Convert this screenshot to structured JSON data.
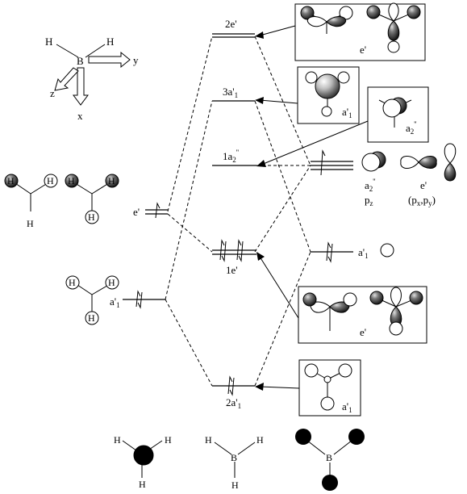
{
  "axes": {
    "x": "x",
    "y": "y",
    "z": "z"
  },
  "atoms": {
    "B": "B",
    "H": "H"
  },
  "h3_ligand_labels": {
    "e_prime": "e'",
    "a1_prime_main": "a'",
    "a1_prime_sub": "1"
  },
  "mo_labels": {
    "two_e_prime": "2e'",
    "three_a1_main": "3a'",
    "three_a1_sub": "1",
    "one_a2_main": "1a",
    "one_a2_sub": "2",
    "one_a2_sup": "''",
    "one_e_prime": "1e'",
    "two_a1_main": "2a'",
    "two_a1_sub": "1"
  },
  "boron_ao_labels": {
    "a2_main": "a",
    "a2_sub": "2",
    "a2_sup": "''",
    "pz_main": "p",
    "pz_sub": "z",
    "e_prime": "e'",
    "pxpy_open": "(p",
    "pxpy_x": "x",
    "pxpy_comma": ",p",
    "pxpy_y": "y",
    "pxpy_close": ")",
    "a1_main": "a'",
    "a1_sub": "1"
  },
  "box_labels": {
    "box1_e_prime": "e'",
    "box2_a1_main": "a'",
    "box2_a1_sub": "1",
    "box3_a2_main": "a",
    "box3_a2_sub": "2",
    "box3_a2_sup": "''",
    "box4_e_prime": "e'",
    "box5_a1_main": "a'",
    "box5_a1_sub": "1"
  }
}
